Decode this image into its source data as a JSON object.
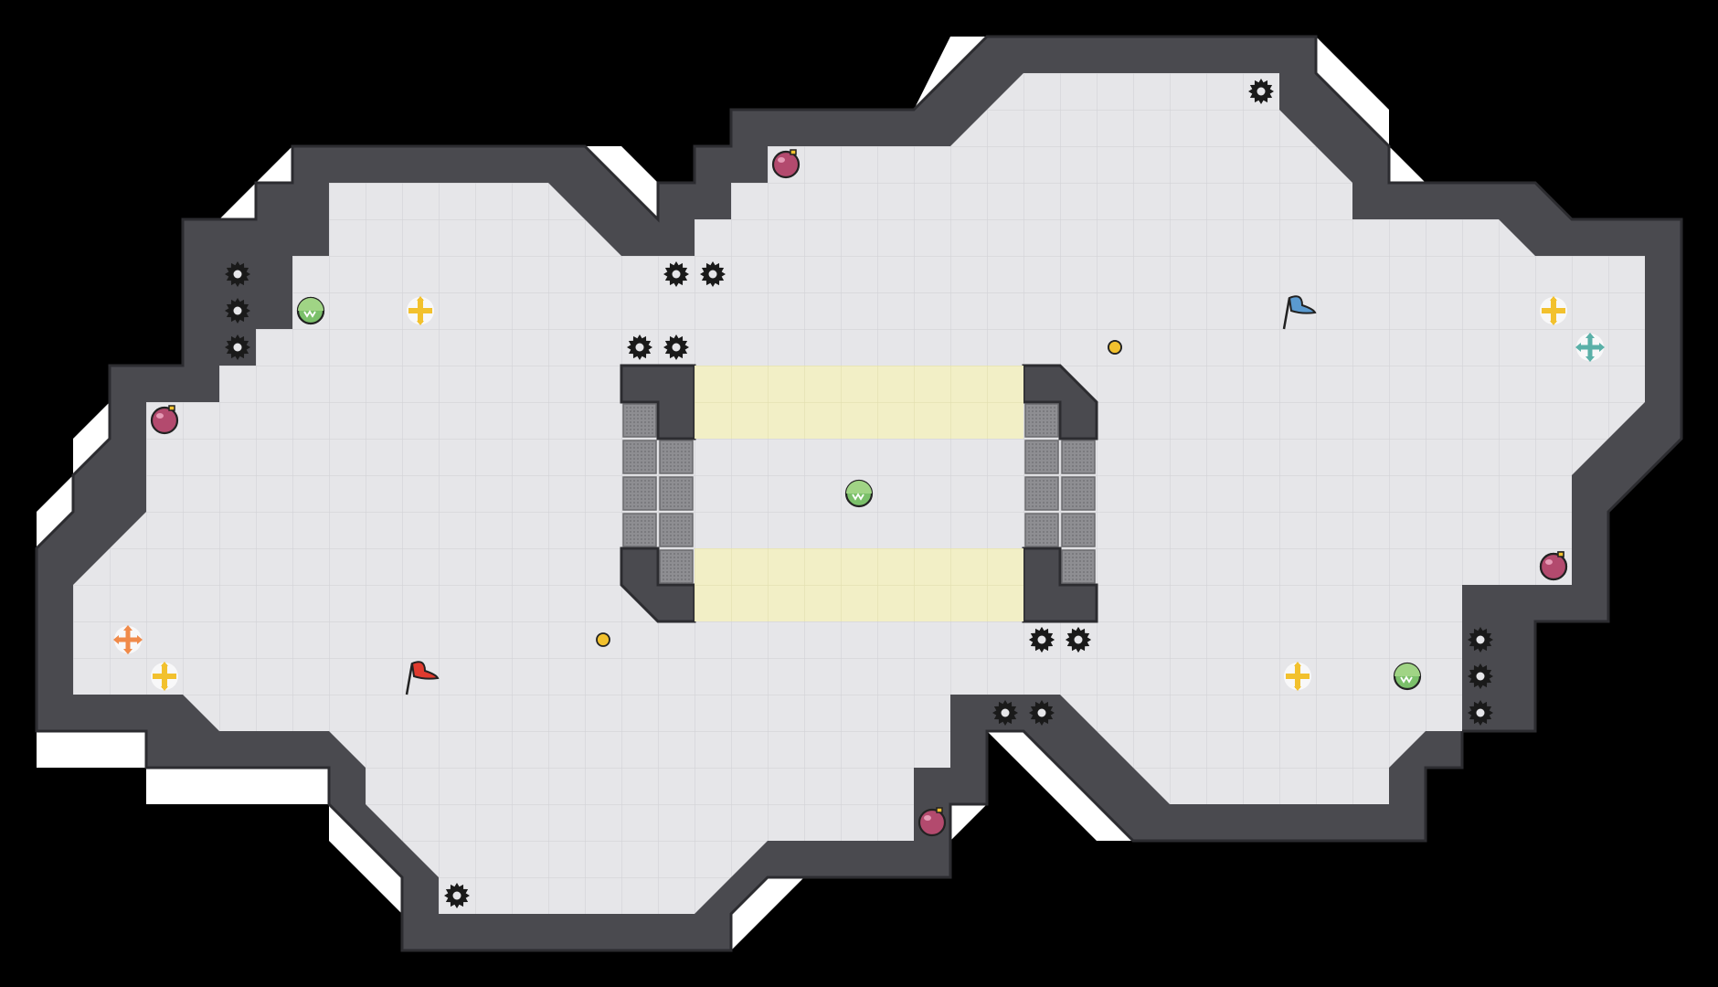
{
  "map": {
    "name": "arena-map",
    "colors": {
      "background": "#000000",
      "floor": "#e6e6e9",
      "grid_line": "#d2d2d6",
      "wall": "#4a4a4f",
      "wall_edge": "#2c2c30",
      "outer_bevel": "#ffffff",
      "hazard_zone": "#f2efc6",
      "hazard_grid": "#e2dfb0",
      "grate": "#8a8a8e"
    }
  },
  "entities": {
    "flags": [
      {
        "team": "red",
        "color": "#e03a2e"
      },
      {
        "team": "blue",
        "color": "#5a9ad0"
      }
    ],
    "health_pickups": [
      {
        "color": "#f2c12e"
      },
      {
        "color": "#f2c12e"
      },
      {
        "color": "#f2c12e"
      },
      {
        "color": "#f2c12e"
      }
    ],
    "special_pickups": [
      {
        "kind": "orange-cross",
        "color": "#f08a4a"
      },
      {
        "kind": "teal-cross",
        "color": "#5ab0a8"
      }
    ],
    "bombs": [
      {},
      {},
      {},
      {},
      {}
    ],
    "grenade_orbs": [
      {},
      {},
      {},
      {}
    ],
    "coins": [
      {},
      {},
      {}
    ],
    "spike_mines": [
      {},
      {},
      {},
      {},
      {},
      {},
      {},
      {},
      {},
      {},
      {},
      {},
      {},
      {},
      {},
      {},
      {},
      {},
      {},
      {},
      {}
    ]
  }
}
